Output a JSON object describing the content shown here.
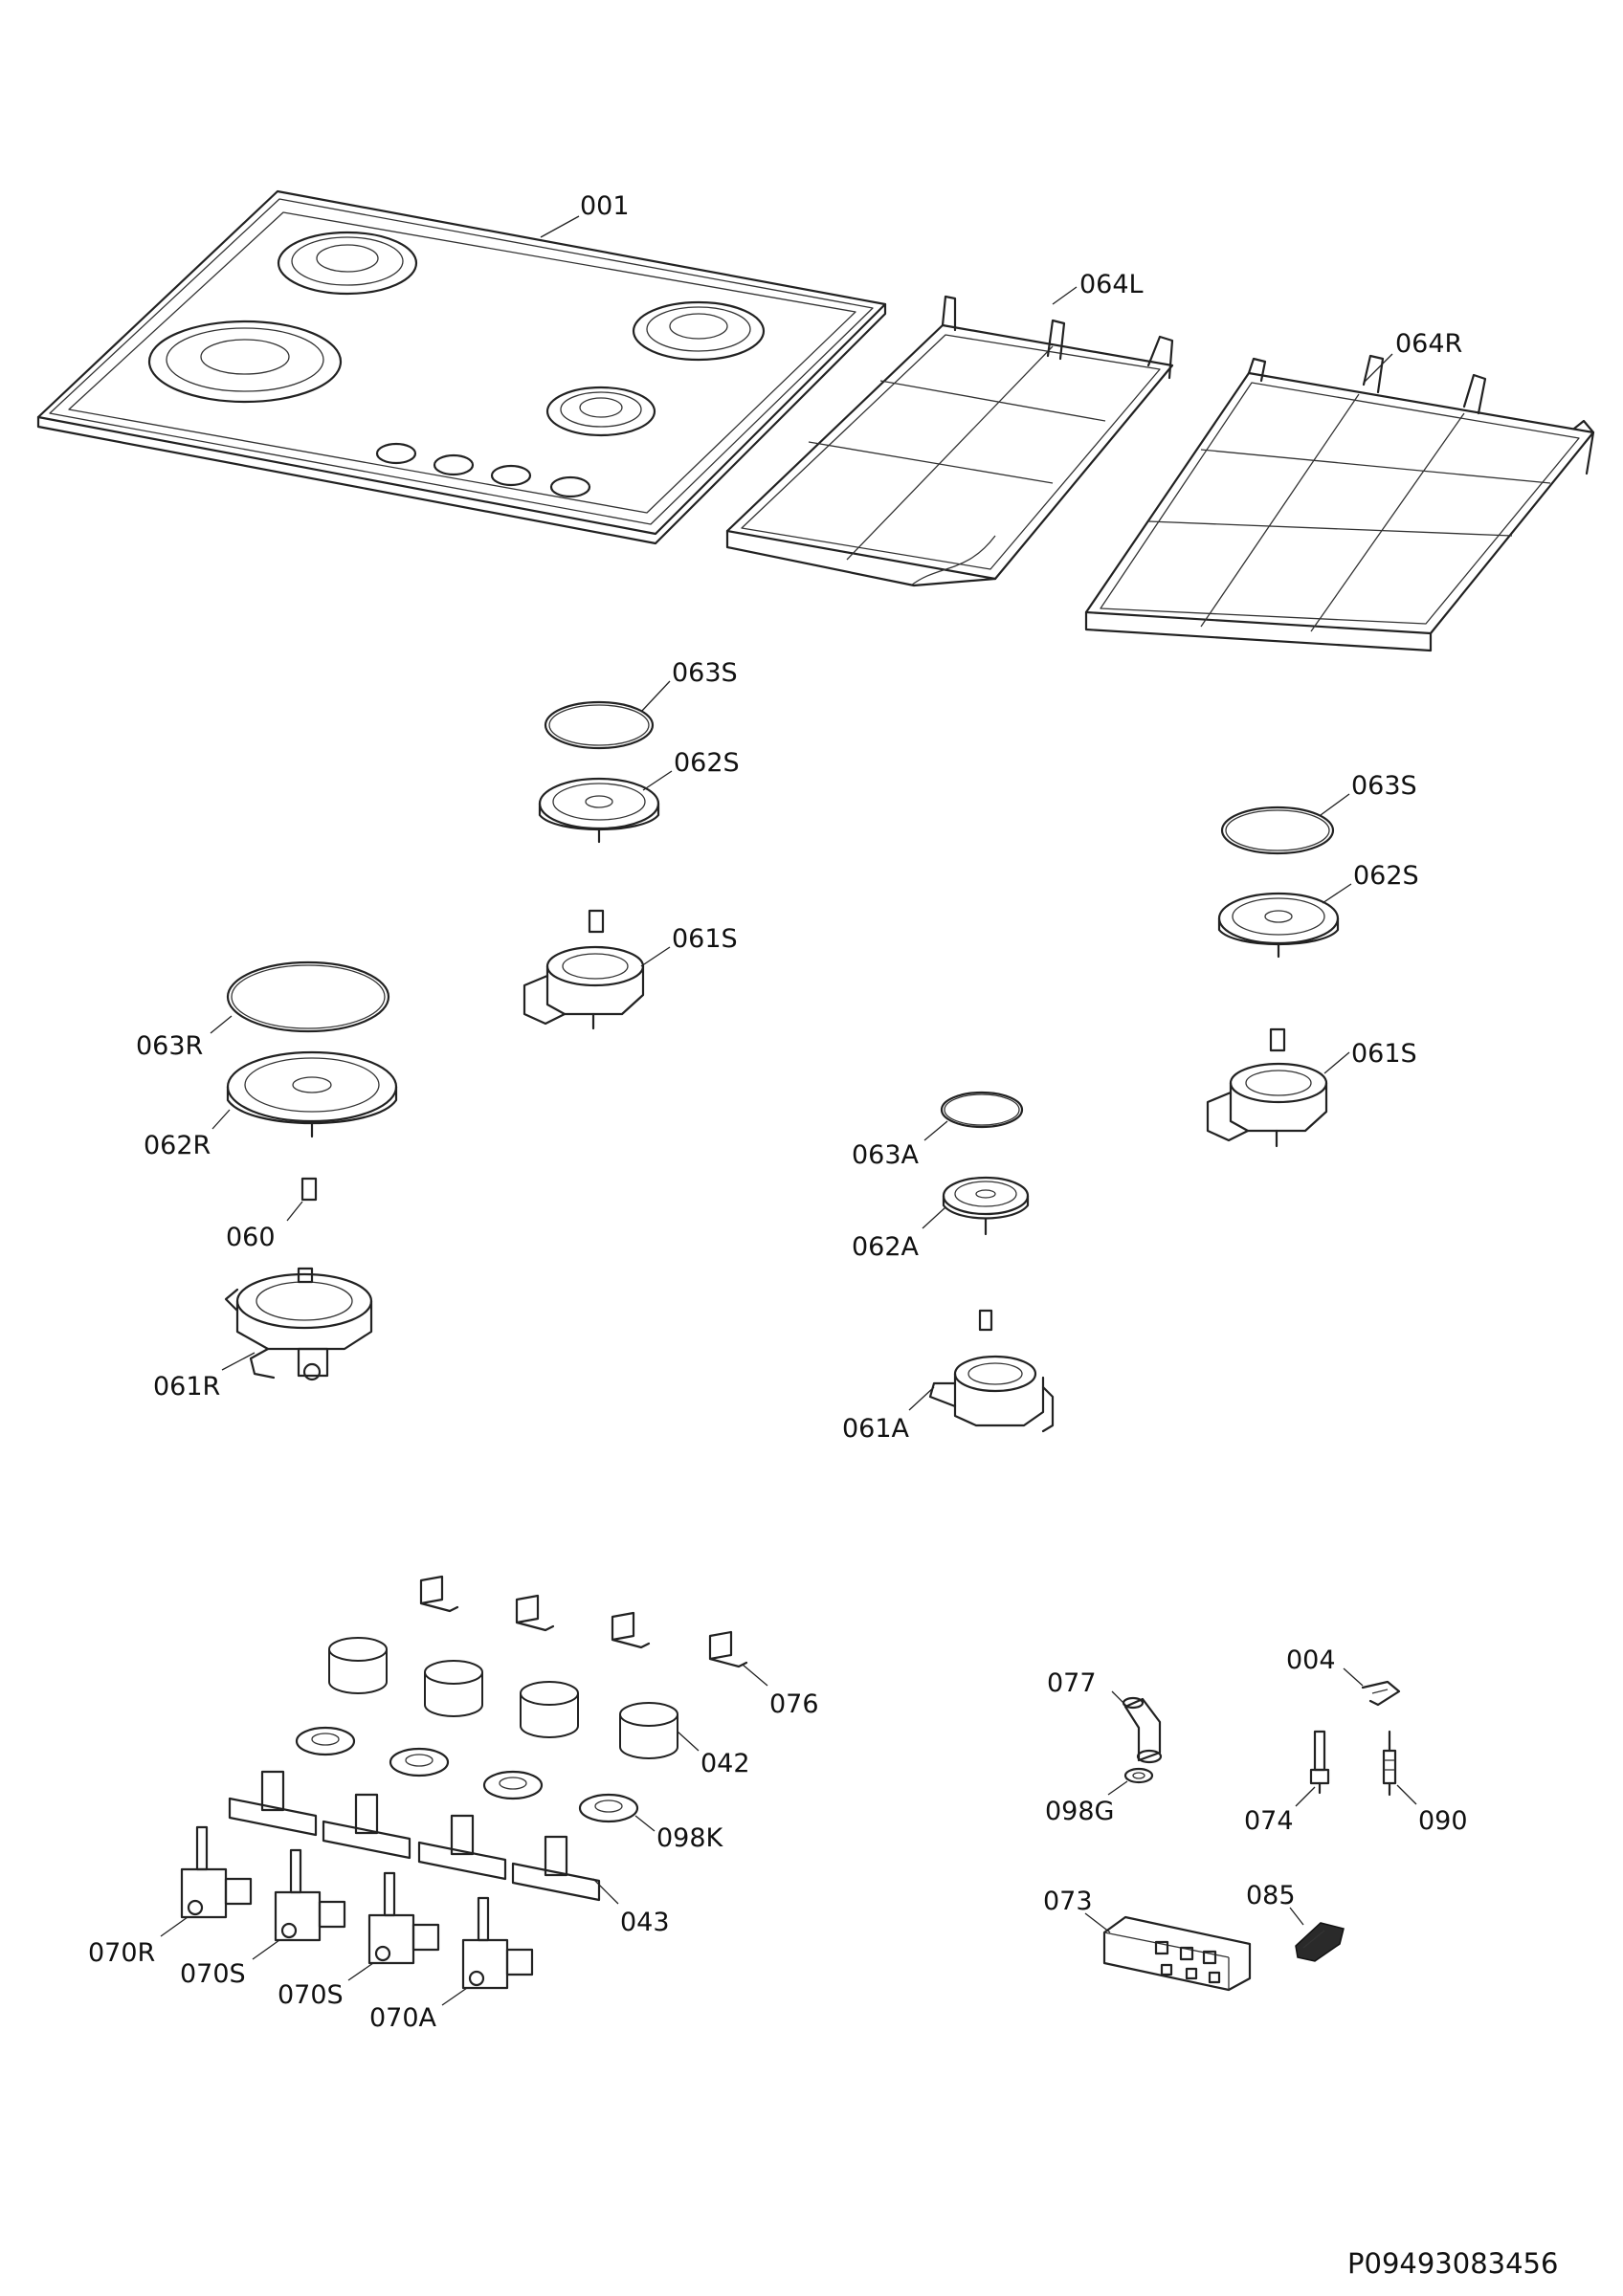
{
  "diagram": {
    "doc_code": "P09493083456",
    "labels": {
      "p001": "001",
      "p064L": "064L",
      "p064R": "064R",
      "p063S_a": "063S",
      "p062S_a": "062S",
      "p061S_a": "061S",
      "p063S_b": "063S",
      "p062S_b": "062S",
      "p061S_b": "061S",
      "p063R": "063R",
      "p062R": "062R",
      "p060": "060",
      "p061R": "061R",
      "p063A": "063A",
      "p062A": "062A",
      "p061A": "061A",
      "p076": "076",
      "p042": "042",
      "p098K": "098K",
      "p043": "043",
      "p070R": "070R",
      "p070S_a": "070S",
      "p070S_b": "070S",
      "p070A": "070A",
      "p077": "077",
      "p098G": "098G",
      "p004": "004",
      "p074": "074",
      "p090": "090",
      "p073": "073",
      "p085": "085"
    }
  }
}
